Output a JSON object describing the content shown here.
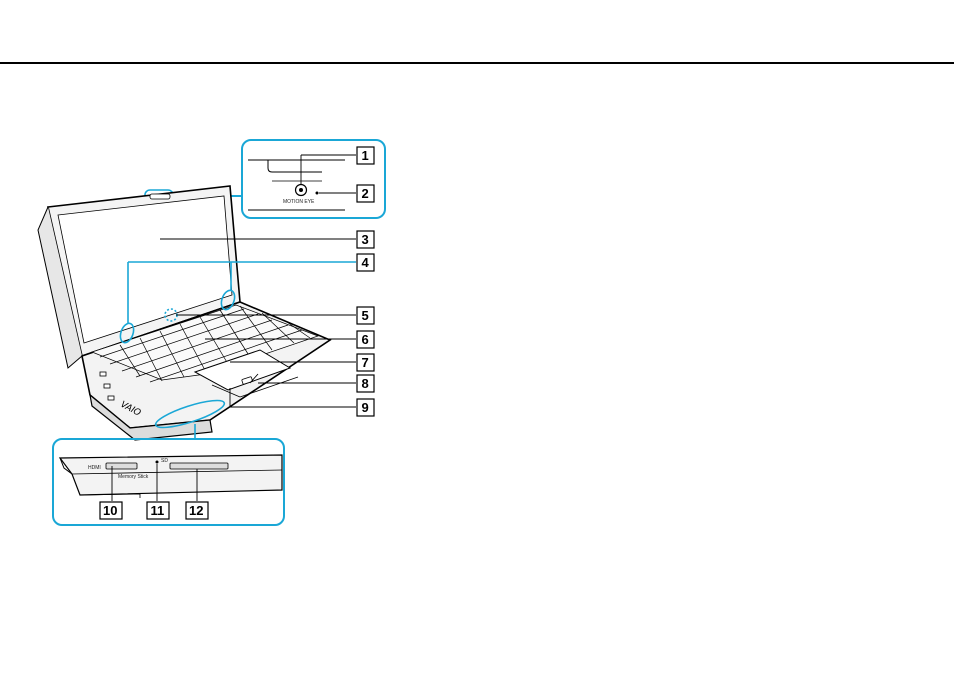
{
  "figure": {
    "accent_color": "#1aa7d6",
    "callouts": [
      {
        "id": "1",
        "label": "1"
      },
      {
        "id": "2",
        "label": "2"
      },
      {
        "id": "3",
        "label": "3"
      },
      {
        "id": "4",
        "label": "4"
      },
      {
        "id": "5",
        "label": "5"
      },
      {
        "id": "6",
        "label": "6"
      },
      {
        "id": "7",
        "label": "7"
      },
      {
        "id": "8",
        "label": "8"
      },
      {
        "id": "9",
        "label": "9"
      },
      {
        "id": "10",
        "label": "10"
      },
      {
        "id": "11",
        "label": "11"
      },
      {
        "id": "12",
        "label": "12"
      }
    ],
    "camera_text": "MOTION EYE",
    "front_panel": {
      "hdmi_text": "HDMI",
      "memory_stick_text": "Memory Stick",
      "sd_text": "SD",
      "brand_text": "VAIO"
    }
  }
}
